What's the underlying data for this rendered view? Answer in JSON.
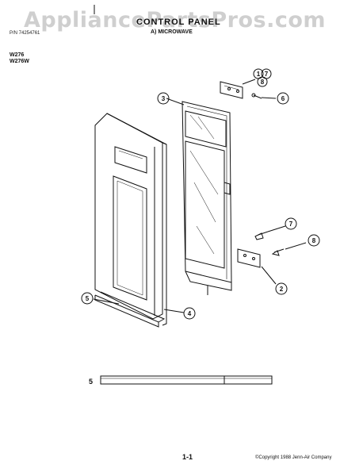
{
  "watermark": "AppliancePartsPros.com",
  "header": {
    "left_line1": "",
    "left_line2": "",
    "part_number": "P/N 74254761",
    "title": "CONTROL PANEL",
    "subtitle": "A) MICROWAVE"
  },
  "models": [
    "W276",
    "W276W"
  ],
  "callouts": [
    "1",
    "7",
    "8",
    "6",
    "3",
    "7",
    "8",
    "2",
    "5",
    "4"
  ],
  "strip_label": "5",
  "footer": {
    "page": "1-1",
    "copyright": "©Copyright 1988 Jenn-Air Company"
  }
}
